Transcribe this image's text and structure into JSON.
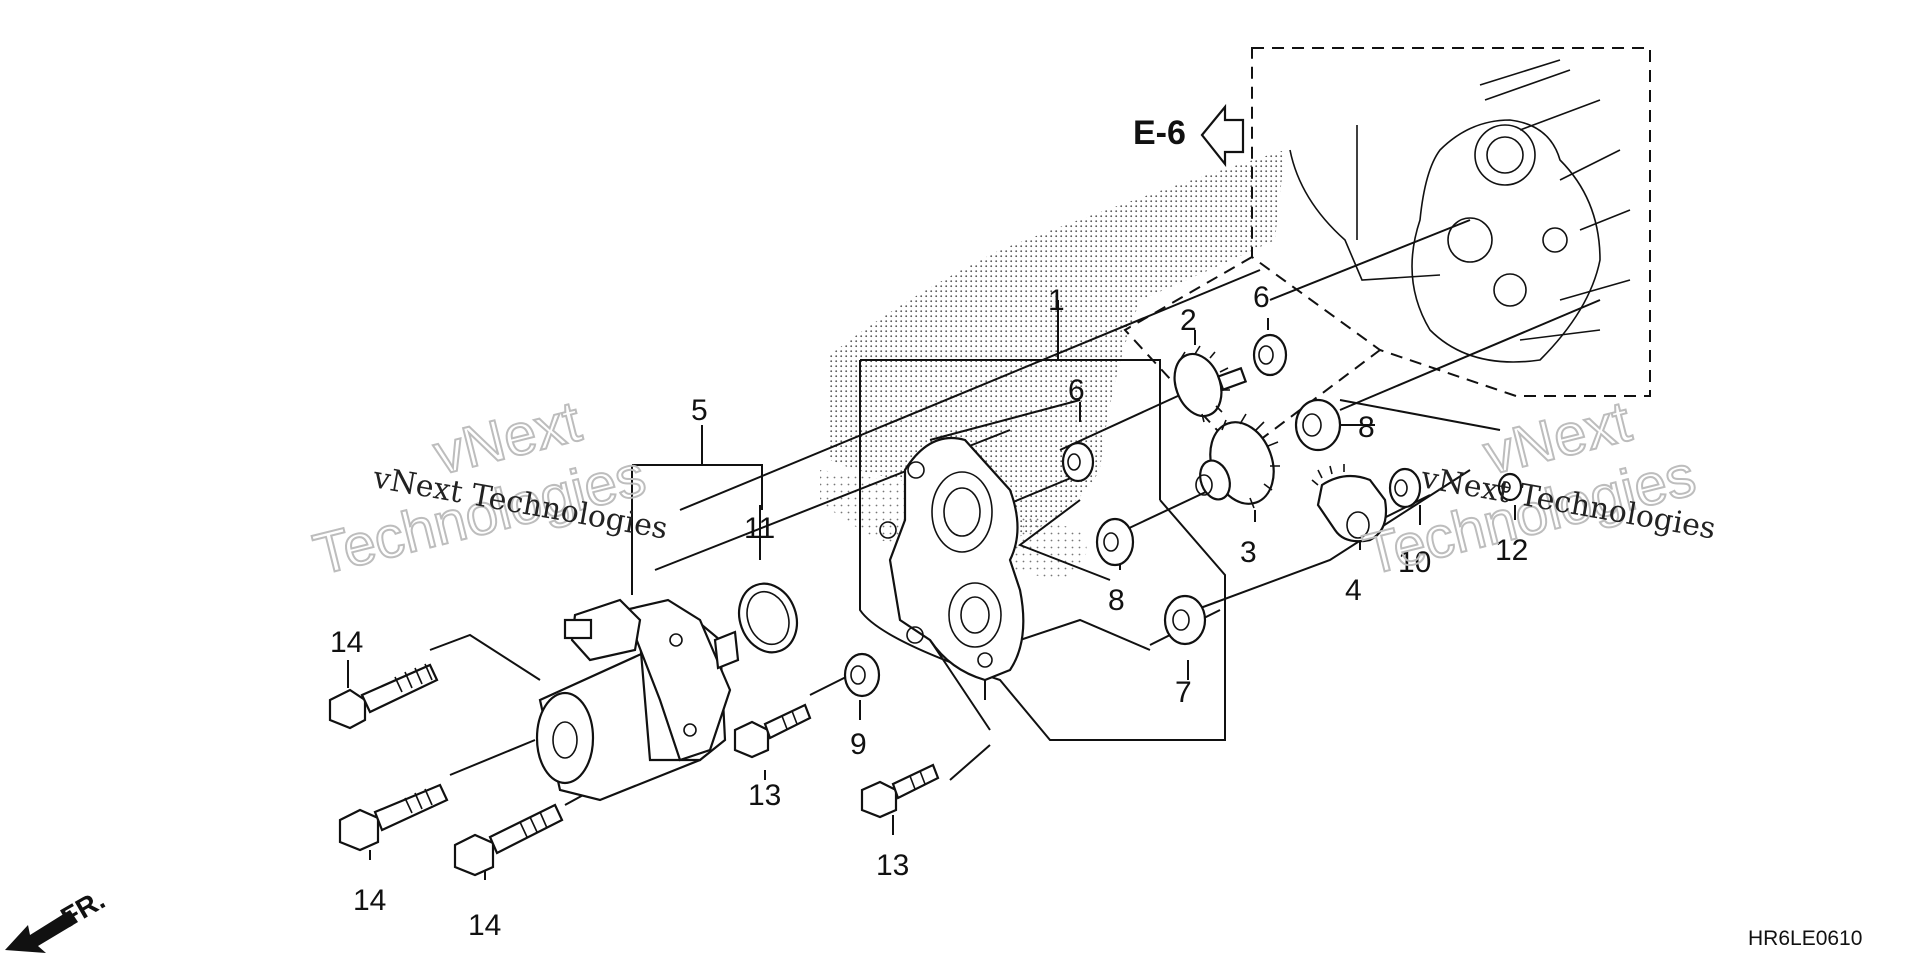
{
  "diagram": {
    "reference_arrow_label": "E-6",
    "front_label": "FR.",
    "drawing_code": "HR6LE0610",
    "callouts": [
      "1",
      "2",
      "3",
      "4",
      "5",
      "6",
      "6",
      "7",
      "8",
      "8",
      "9",
      "10",
      "11",
      "12",
      "13",
      "13",
      "14",
      "14",
      "14"
    ],
    "watermark": {
      "line1": "vNext Technologies",
      "line2_top": "vNext",
      "line2_bottom": "Technologies"
    }
  }
}
